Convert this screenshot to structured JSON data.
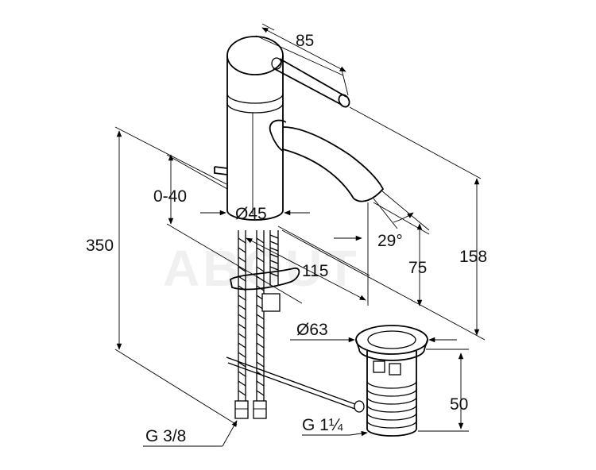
{
  "dimensions": {
    "handle_length": "85",
    "height_total": "350",
    "deck_thickness": "0-40",
    "body_diameter": "Ø45",
    "spout_reach": "115",
    "spout_angle": "29°",
    "spout_height": "75",
    "overall_height": "158",
    "waste_diameter": "Ø63",
    "waste_height": "50",
    "inlet_thread": "G 3/8",
    "waste_thread": "G 1¼"
  },
  "watermark": "ABOUT"
}
